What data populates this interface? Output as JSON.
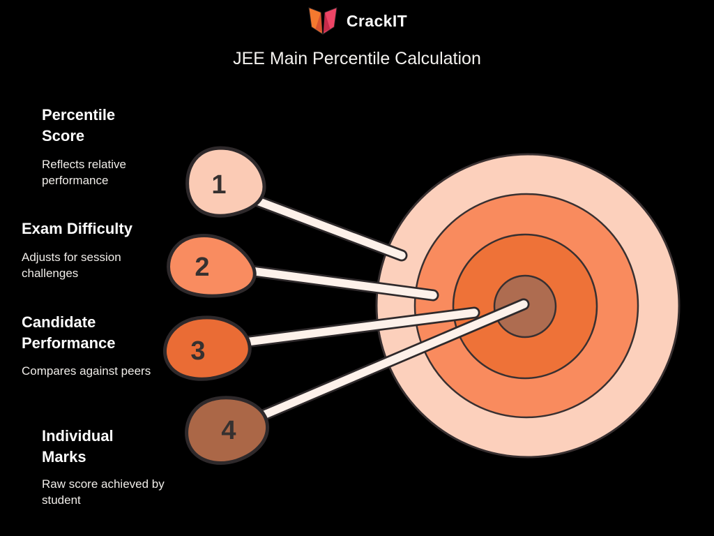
{
  "background": "#000000",
  "palette": {
    "outline": "#2e292b",
    "ring_outline": "#383031",
    "pointer": "#fdf1ea",
    "heading_color": "#fdfdfd",
    "description_color": "#f0ede9",
    "number_color": "#363130"
  },
  "header": {
    "brand": "CrackIT",
    "logo": {
      "icon": "open-book-v-logo",
      "left_color": "#f4792f",
      "right_color": "#ee4566",
      "left_shade": "#d9542f",
      "right_shade": "#c62b4a"
    }
  },
  "title": "JEE Main Percentile Calculation",
  "items": [
    {
      "number": "1",
      "heading": "Percentile Score",
      "description": "Reflects relative performance",
      "color": "#fbcbb5"
    },
    {
      "number": "2",
      "heading": "Exam Difficulty",
      "description": "Adjusts for session challenges",
      "color": "#f98c60"
    },
    {
      "number": "3",
      "heading": "Candidate Performance",
      "description": "Compares against peers",
      "color": "#ea6c35"
    },
    {
      "number": "4",
      "heading": "Individual Marks",
      "description": "Raw score achieved by student",
      "color": "#ab6747"
    }
  ],
  "target": {
    "rings": [
      {
        "name": "outer",
        "color": "#fcd0bc"
      },
      {
        "name": "second",
        "color": "#f98b5e"
      },
      {
        "name": "third",
        "color": "#ee7238"
      },
      {
        "name": "center",
        "color": "#ae6c50"
      }
    ]
  }
}
